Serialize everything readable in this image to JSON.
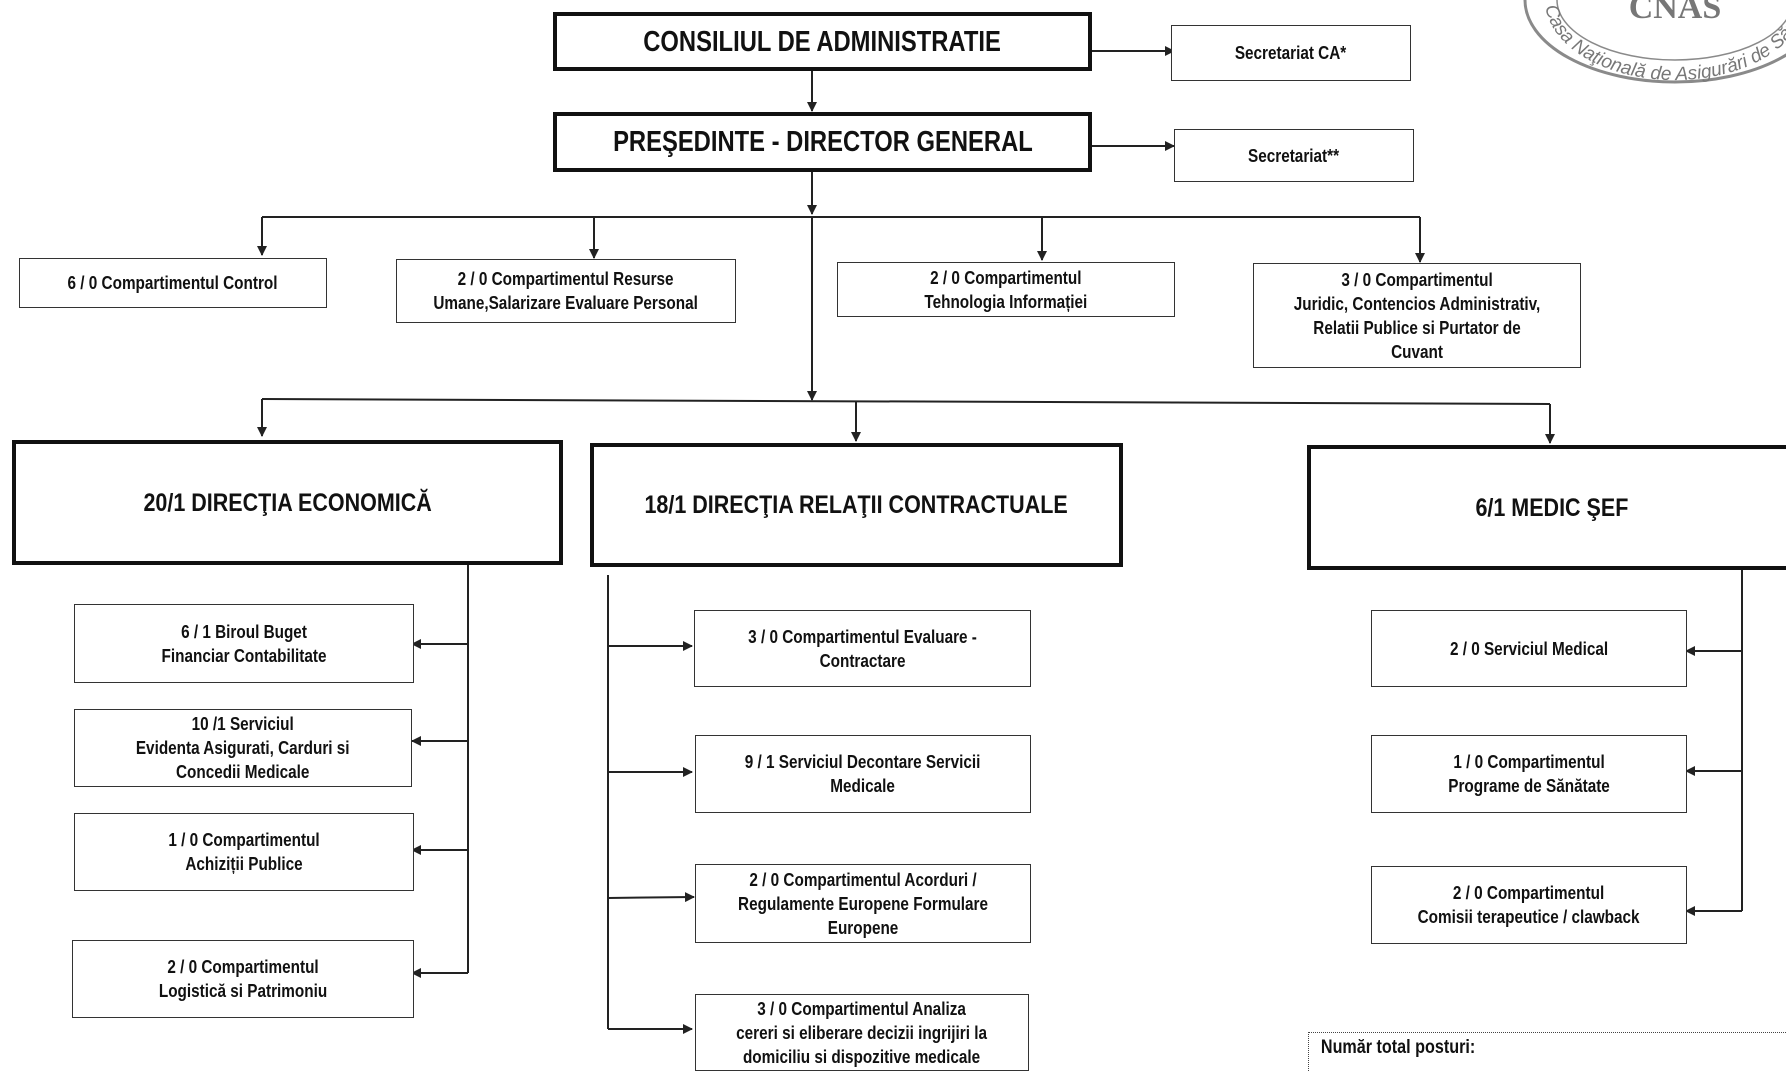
{
  "chart": {
    "board": "CONSILIUL DE ADMINISTRATIE",
    "board_secretariat": "Secretariat CA*",
    "president": "PREŞEDINTE - DIRECTOR GENERAL",
    "president_secretariat": "Secretariat**",
    "compartments": [
      "6 / 0  Compartimentul Control",
      "2 / 0  Compartimentul Resurse\nUmane,Salarizare Evaluare Personal",
      "2 / 0  Compartimentul\nTehnologia Informației",
      "3 / 0  Compartimentul\nJuridic, Contencios Administrativ,\nRelatii Publice si Purtator de\nCuvant"
    ],
    "directions": [
      {
        "title": "20/1 DIRECŢIA ECONOMICĂ",
        "units": [
          "6 / 1  Biroul Buget\nFinanciar Contabilitate",
          "10 /1  Serviciul\nEvidenta Asigurati, Carduri si\nConcedii Medicale",
          "1 / 0  Compartimentul\nAchiziții Publice",
          "2 / 0  Compartimentul\nLogistică si Patrimoniu"
        ]
      },
      {
        "title": "18/1 DIRECŢIA RELAŢII CONTRACTUALE",
        "units": [
          "3 / 0  Compartimentul Evaluare -\nContractare",
          "9 / 1  Serviciul Decontare Servicii\nMedicale",
          "2 / 0 Compartimentul  Acorduri /\nRegulamente Europene Formulare\nEuropene",
          "3 / 0  Compartimentul  Analiza\ncereri si eliberare decizii ingrijiri la\ndomiciliu si dispozitive medicale"
        ]
      },
      {
        "title": "6/1 MEDIC ŞEF",
        "units": [
          "2 / 0  Serviciul Medical",
          "1 / 0  Compartimentul\nPrograme de Sănătate",
          "2 / 0  Compartimentul\nComisii terapeutice / clawback"
        ]
      }
    ],
    "total_label": "Număr total posturi:"
  },
  "stamp": {
    "text_main": "CNAS",
    "text_arc": "Casa Naţională de Asigurări de Sănătate"
  },
  "colors": {
    "line": "#222222",
    "border": "#333333",
    "stamp": "#8a8a8a"
  }
}
